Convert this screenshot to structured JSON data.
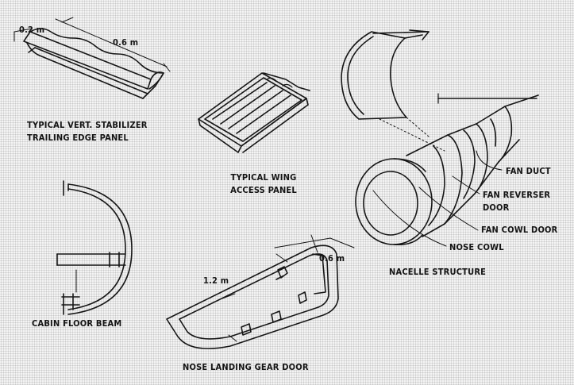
{
  "labels": {
    "stabilizer_line1": "TYPICAL VERT. STABILIZER",
    "stabilizer_line2": "TRAILING EDGE PANEL",
    "stabilizer_dim_width": "0.2 m",
    "stabilizer_dim_length": "0.6 m",
    "wing_line1": "TYPICAL WING",
    "wing_line2": "ACCESS PANEL",
    "cabin_beam": "CABIN FLOOR BEAM",
    "gear_door": "NOSE LANDING GEAR DOOR",
    "gear_dim_length": "1.2 m",
    "gear_dim_width": "0.6 m",
    "nacelle": "NACELLE STRUCTURE",
    "fan_duct": "FAN DUCT",
    "fan_reverser_line1": "FAN REVERSER",
    "fan_reverser_line2": "DOOR",
    "fan_cowl_door": "FAN COWL DOOR",
    "nose_cowl": "NOSE COWL"
  }
}
